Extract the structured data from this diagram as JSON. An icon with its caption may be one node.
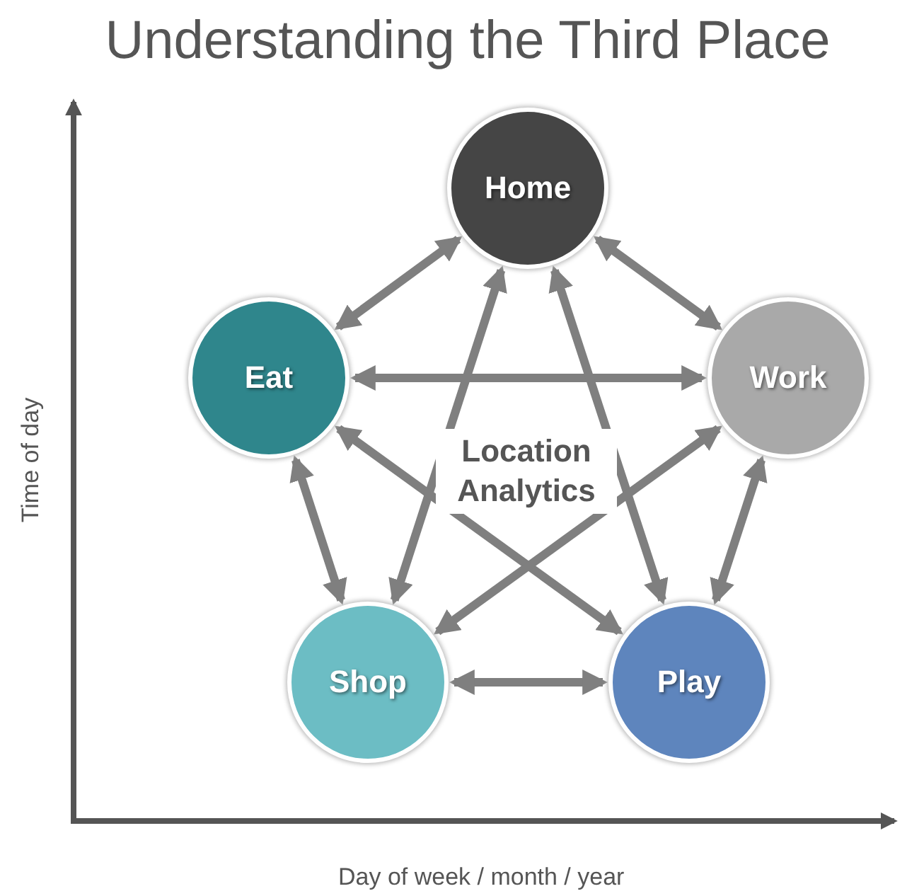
{
  "diagram": {
    "title": "Understanding the Third Place",
    "nodes": [
      {
        "text": [
          "Home"
        ]
      },
      {
        "text": [
          "Eat"
        ]
      },
      {
        "text": [
          "Work"
        ]
      },
      {
        "text": [
          "Shop"
        ]
      },
      {
        "text": [
          "Play"
        ]
      }
    ],
    "edges": [
      {
        "from": 0,
        "to": 1,
        "arrow": "both"
      },
      {
        "from": 0,
        "to": 2,
        "arrow": "both"
      },
      {
        "from": 1,
        "to": 2,
        "arrow": "both"
      },
      {
        "from": 0,
        "to": 3,
        "arrow": "both"
      },
      {
        "from": 0,
        "to": 4,
        "arrow": "both"
      },
      {
        "from": 1,
        "to": 4,
        "arrow": "both"
      },
      {
        "from": 2,
        "to": 3,
        "arrow": "both"
      },
      {
        "from": 1,
        "to": 3,
        "arrow": "both"
      },
      {
        "from": 2,
        "to": 4,
        "arrow": "both"
      },
      {
        "from": 3,
        "to": 4,
        "arrow": "both"
      }
    ],
    "labels": [
      "Location Analytics",
      "Time of day",
      "Day of week / month / year"
    ]
  }
}
